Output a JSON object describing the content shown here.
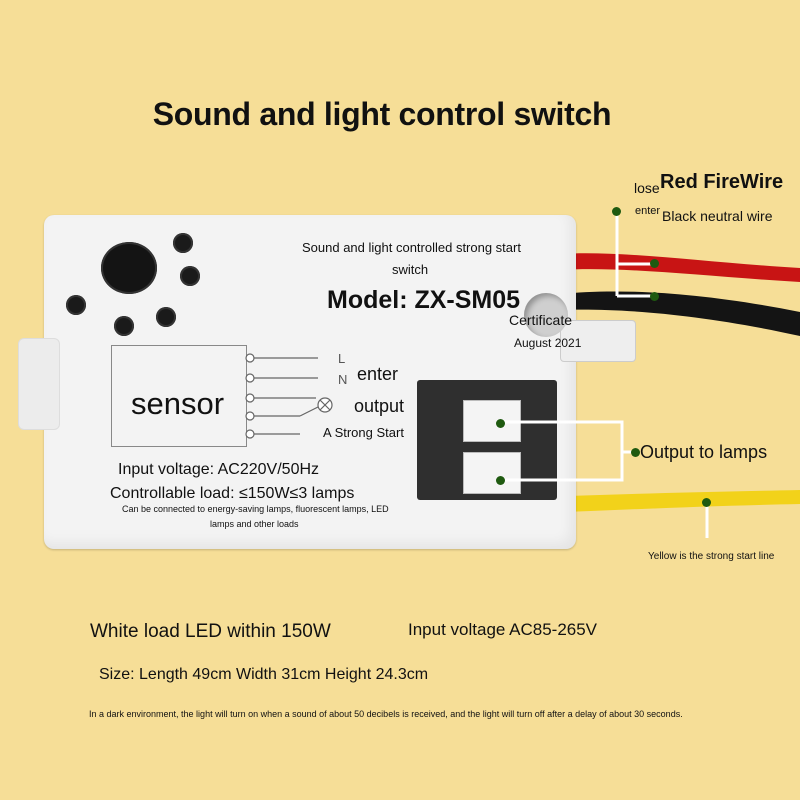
{
  "title": "Sound and light control switch",
  "device": {
    "heading_line1": "Sound and light controlled strong start",
    "heading_line2": "switch",
    "model": "Model: ZX-SM05",
    "certificate": "Certificate",
    "date": "August 2021",
    "sensor": "sensor",
    "terminal_L": "L",
    "terminal_N": "N",
    "enter": "enter",
    "output": "output",
    "strong_start": "A Strong Start",
    "input_voltage": "Input voltage: AC220V/50Hz",
    "load": "Controllable load: ≤150W≤3 lamps",
    "compat_line1": "Can be connected to energy-saving lamps, fluorescent lamps, LED",
    "compat_line2": "lamps and other loads"
  },
  "wires": {
    "lose": "lose",
    "red_label": "Red FireWire",
    "enter": "enter",
    "black_label": "Black neutral wire",
    "output_label": "Output to lamps",
    "yellow_label": "Yellow is the strong start line"
  },
  "specs": {
    "white_load": "White load LED within 150W",
    "input_range": "Input voltage AC85-265V",
    "size": "Size: Length 49cm Width 31cm Height 24.3cm",
    "note": "In a dark environment, the light will turn on when a sound of about 50 decibels is received, and the light will turn off after a delay of about 30 seconds."
  },
  "colors": {
    "background": "#f6de97",
    "red_wire": "#c81414",
    "black_wire": "#141414",
    "yellow_wire": "#f2d21a",
    "marker": "#1f5a10"
  }
}
